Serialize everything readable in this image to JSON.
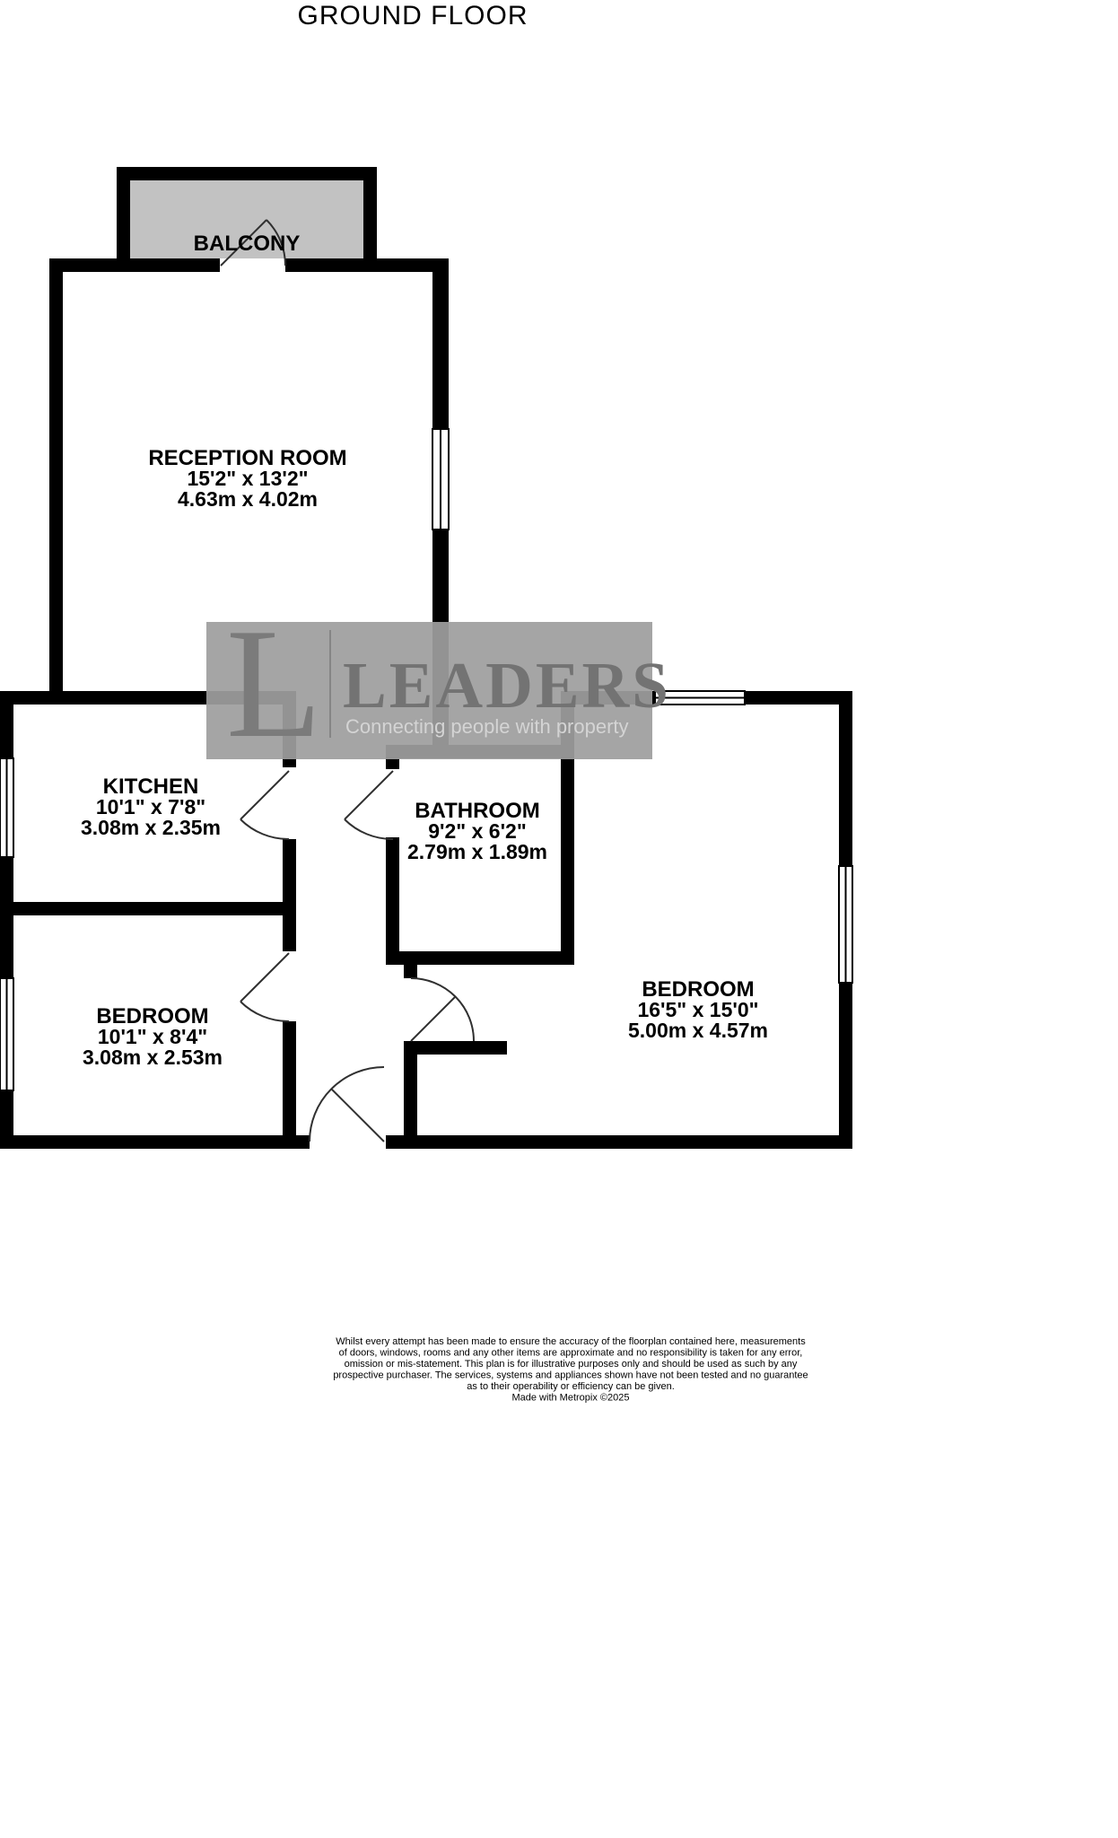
{
  "title": "GROUND FLOOR",
  "balcony": {
    "label": "BALCONY"
  },
  "rooms": {
    "reception": {
      "name": "RECEPTION ROOM",
      "imperial": "15'2\" x 13'2\"",
      "metric": "4.63m x 4.02m"
    },
    "kitchen": {
      "name": "KITCHEN",
      "imperial": "10'1\" x 7'8\"",
      "metric": "3.08m x 2.35m"
    },
    "bathroom": {
      "name": "BATHROOM",
      "imperial": "9'2\" x 6'2\"",
      "metric": "2.79m x 1.89m"
    },
    "bedroom1": {
      "name": "BEDROOM",
      "imperial": "10'1\" x 8'4\"",
      "metric": "3.08m x 2.53m"
    },
    "bedroom2": {
      "name": "BEDROOM",
      "imperial": "16'5\" x 15'0\"",
      "metric": "5.00m x 4.57m"
    }
  },
  "watermark": {
    "initial": "L",
    "brand": "LEADERS",
    "tagline": "Connecting people with property"
  },
  "disclaimer": {
    "lines": [
      "Whilst every attempt has been made to ensure the accuracy of the floorplan contained here, measurements",
      "of doors, windows, rooms and any other items are approximate and no responsibility is taken for any error,",
      "omission or mis-statement. This plan is for illustrative purposes only and should be used as such by any",
      "prospective purchaser. The services, systems and appliances shown have not been tested and no guarantee",
      "as to their operability or efficiency can be given.",
      "Made with Metropix ©2025"
    ]
  },
  "colors": {
    "wall": "#000000",
    "balcony_fill": "#c2c2c2",
    "watermark_bg": "#9e9e9e",
    "watermark_text": "#737373",
    "watermark_tagline": "#d4d4d4"
  }
}
